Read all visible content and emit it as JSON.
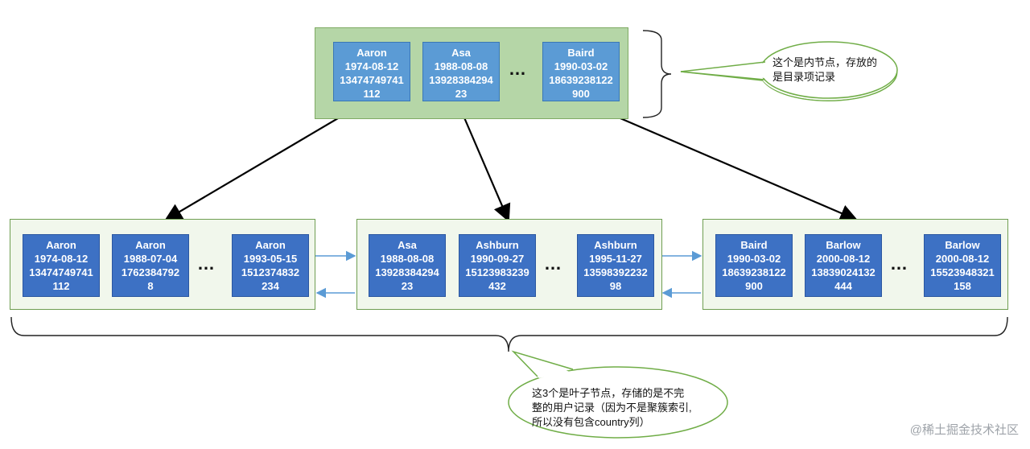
{
  "root": {
    "records": [
      {
        "name": "Aaron",
        "birthday": "1974-08-12",
        "phone": "13474749741",
        "id": "112"
      },
      {
        "name": "Asa",
        "birthday": "1988-08-08",
        "phone": "13928384294",
        "id": "23"
      },
      {
        "name": "Baird",
        "birthday": "1990-03-02",
        "phone": "18639238122",
        "id": "900"
      }
    ],
    "ellipsis": "…"
  },
  "leaves": [
    {
      "records": [
        {
          "name": "Aaron",
          "birthday": "1974-08-12",
          "phone": "13474749741",
          "id": "112"
        },
        {
          "name": "Aaron",
          "birthday": "1988-07-04",
          "phone": "1762384792",
          "id": "8"
        },
        {
          "name": "Aaron",
          "birthday": "1993-05-15",
          "phone": "1512374832",
          "id": "234"
        }
      ]
    },
    {
      "records": [
        {
          "name": "Asa",
          "birthday": "1988-08-08",
          "phone": "13928384294",
          "id": "23"
        },
        {
          "name": "Ashburn",
          "birthday": "1990-09-27",
          "phone": "15123983239",
          "id": "432"
        },
        {
          "name": "Ashburn",
          "birthday": "1995-11-27",
          "phone": "13598392232",
          "id": "98"
        }
      ]
    },
    {
      "records": [
        {
          "name": "Baird",
          "birthday": "1990-03-02",
          "phone": "18639238122",
          "id": "900"
        },
        {
          "name": "Barlow",
          "birthday": "2000-08-12",
          "phone": "13839024132",
          "id": "444"
        },
        {
          "name": "Barlow",
          "birthday": "2000-08-12",
          "phone": "15523948321",
          "id": "158"
        }
      ]
    }
  ],
  "ellipsis": "…",
  "callouts": {
    "inner_line1": "这个是内节点，存放的",
    "inner_line2": "是目录项记录",
    "leaf_line1": "这3个是叶子节点，存储的是不完",
    "leaf_line2": "整的用户记录（因为不是聚簇索引,",
    "leaf_line3": "所以没有包含country列）"
  },
  "watermark": "@稀土掘金技术社区",
  "colors": {
    "root_fill": "#b5d6a7",
    "leaf_fill": "#f1f7ec",
    "root_record": "#5b9bd5",
    "leaf_record": "#3d71c4",
    "sibling_arrow": "#5b9bd5",
    "callout_border": "#70ad47"
  }
}
